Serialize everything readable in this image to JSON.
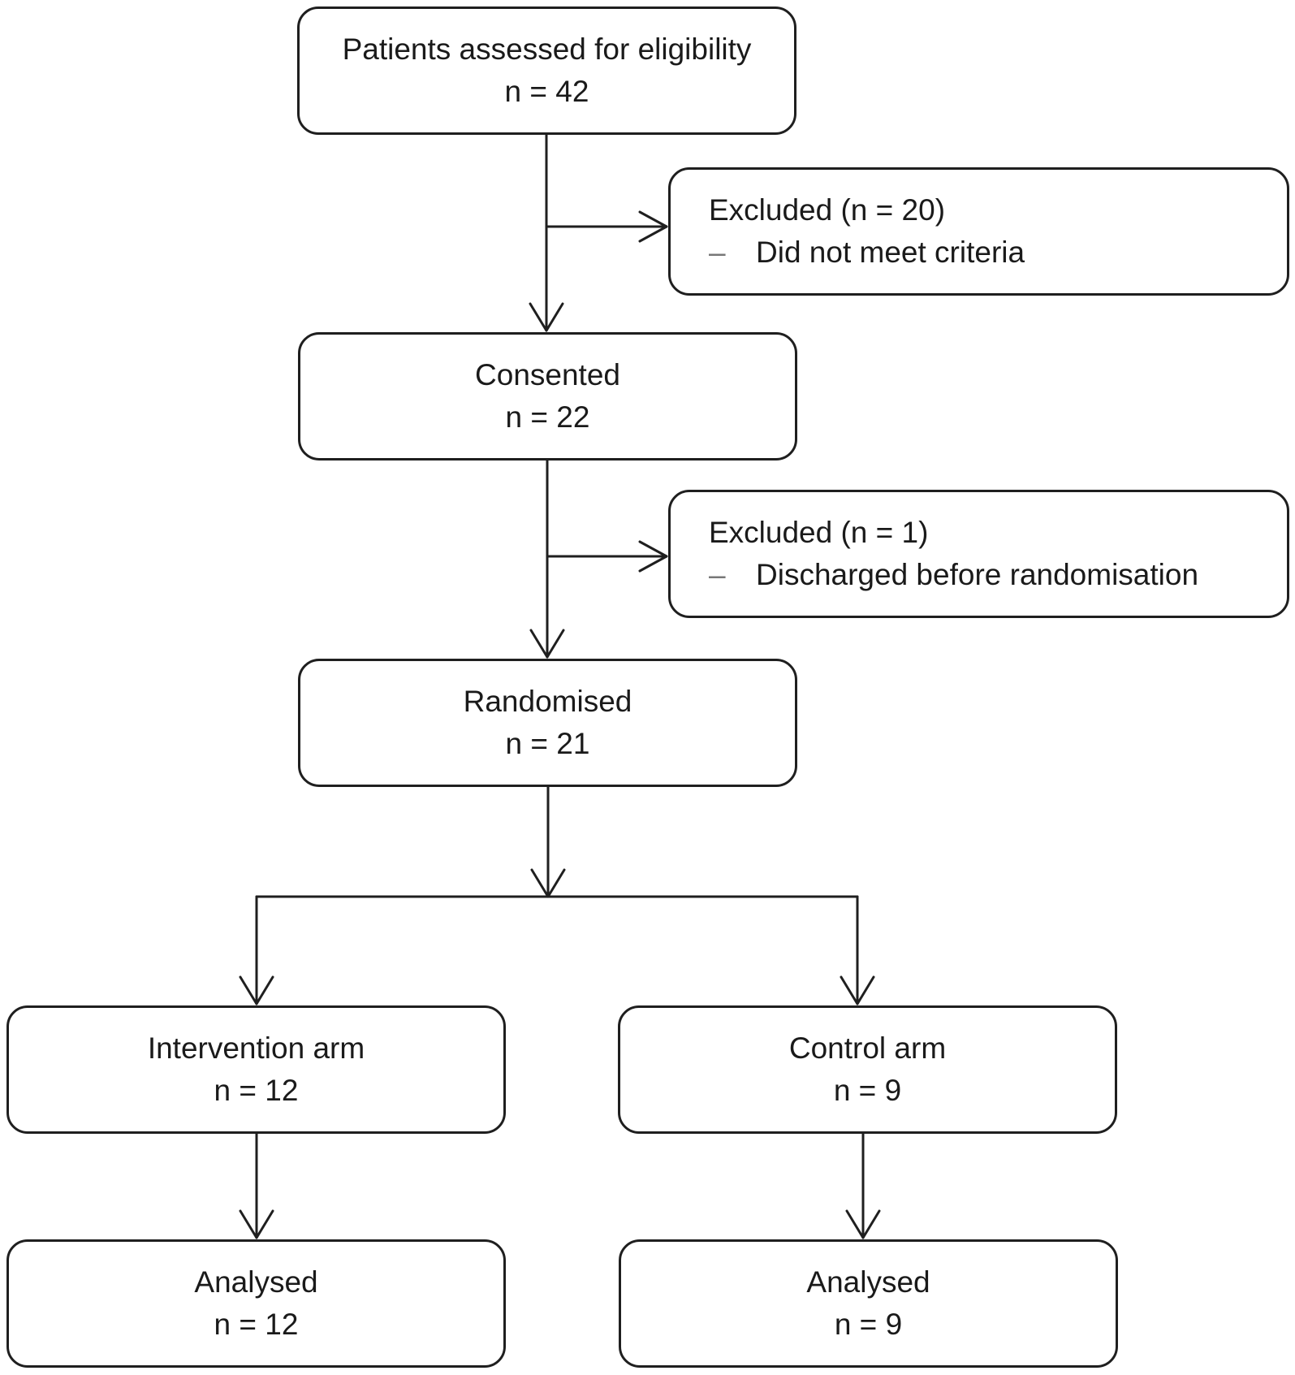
{
  "flowchart": {
    "assessed": {
      "label": "Patients assessed for eligibility",
      "count": "n = 42"
    },
    "excluded_1": {
      "label": "Excluded (n = 20)",
      "bullet": "–",
      "reason": "Did not meet criteria"
    },
    "consented": {
      "label": "Consented",
      "count": "n = 22"
    },
    "excluded_2": {
      "label": "Excluded (n = 1)",
      "bullet": "–",
      "reason": "Discharged before randomisation"
    },
    "randomised": {
      "label": "Randomised",
      "count": "n = 21"
    },
    "intervention_arm": {
      "label": "Intervention arm",
      "count": "n = 12"
    },
    "control_arm": {
      "label": "Control arm",
      "count": "n = 9"
    },
    "analysed_intervention": {
      "label": "Analysed",
      "count": "n = 12"
    },
    "analysed_control": {
      "label": "Analysed",
      "count": "n = 9"
    }
  },
  "colors": {
    "line": "#1f1f1f",
    "background": "#ffffff",
    "bullet": "#777777"
  }
}
